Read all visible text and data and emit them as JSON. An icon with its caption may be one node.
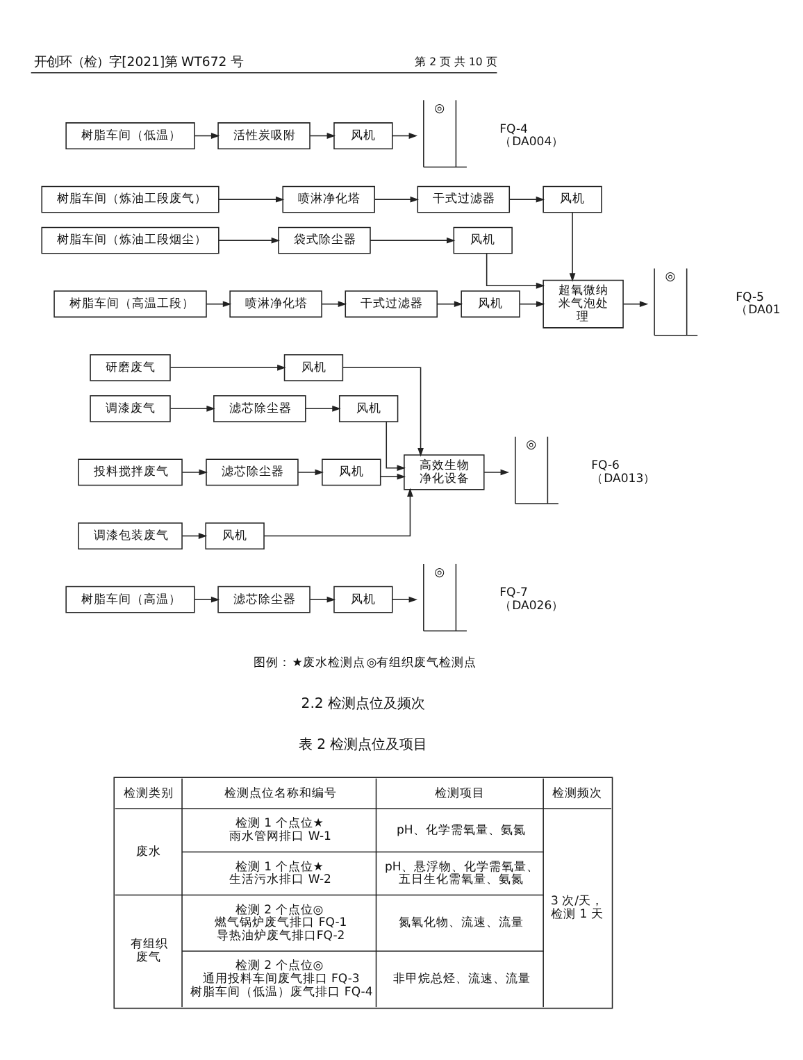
{
  "diagram": {
    "nodes": [
      {
        "text": [
          "树脂车间（低温）"
        ]
      },
      {
        "text": [
          "活性炭吸附"
        ]
      },
      {
        "text": [
          "风机"
        ]
      },
      {
        "text": [
          "◎"
        ],
        "beside": [
          "FQ-4",
          "（DA004）"
        ]
      },
      {
        "text": [
          "树脂车间（炼油工段废气）"
        ]
      },
      {
        "text": [
          "喷淋净化塔"
        ]
      },
      {
        "text": [
          "干式过滤器"
        ]
      },
      {
        "text": [
          "风机"
        ]
      },
      {
        "text": [
          "树脂车间（炼油工段烟尘）"
        ]
      },
      {
        "text": [
          "袋式除尘器"
        ]
      },
      {
        "text": [
          "风机"
        ]
      },
      {
        "text": [
          "树脂车间（高温工段）"
        ]
      },
      {
        "text": [
          "喷淋净化塔"
        ]
      },
      {
        "text": [
          "干式过滤器"
        ]
      },
      {
        "text": [
          "风机"
        ]
      },
      {
        "text": [
          "超氧微纳米气泡处理"
        ]
      },
      {
        "text": [
          "◎"
        ],
        "beside": [
          "FQ-5",
          "（DA01"
        ]
      },
      {
        "text": [
          "研磨废气"
        ]
      },
      {
        "text": [
          "风机"
        ]
      },
      {
        "text": [
          "调漆废气"
        ]
      },
      {
        "text": [
          "滤芯除尘器"
        ]
      },
      {
        "text": [
          "风机"
        ]
      },
      {
        "text": [
          "投料搅拌废气"
        ]
      },
      {
        "text": [
          "滤芯除尘器"
        ]
      },
      {
        "text": [
          "风机"
        ]
      },
      {
        "text": [
          "调漆包装废气"
        ]
      },
      {
        "text": [
          "风机"
        ]
      },
      {
        "text": [
          "高效生物净化设备"
        ]
      },
      {
        "text": [
          "◎"
        ],
        "beside": [
          "FQ-6",
          "（DA013）"
        ]
      },
      {
        "text": [
          "树脂车间（高温）"
        ]
      },
      {
        "text": [
          "滤芯除尘器"
        ]
      },
      {
        "text": [
          "风机"
        ]
      },
      {
        "text": [
          "◎"
        ],
        "beside": [
          "FQ-7",
          "（DA026）"
        ]
      }
    ],
    "edges": [
      {
        "from": 0,
        "to": 1,
        "arrow": "to"
      },
      {
        "from": 1,
        "to": 2,
        "arrow": "to"
      },
      {
        "from": 2,
        "to": 3,
        "arrow": "to"
      },
      {
        "from": 4,
        "to": 5,
        "arrow": "to"
      },
      {
        "from": 5,
        "to": 6,
        "arrow": "to"
      },
      {
        "from": 6,
        "to": 7,
        "arrow": "to"
      },
      {
        "from": 7,
        "to": 15,
        "arrow": "to"
      },
      {
        "from": 8,
        "to": 9,
        "arrow": "to"
      },
      {
        "from": 9,
        "to": 10,
        "arrow": "to"
      },
      {
        "from": 10,
        "to": 15,
        "arrow": "to"
      },
      {
        "from": 11,
        "to": 12,
        "arrow": "to"
      },
      {
        "from": 12,
        "to": 13,
        "arrow": "to"
      },
      {
        "from": 13,
        "to": 14,
        "arrow": "to"
      },
      {
        "from": 14,
        "to": 15,
        "arrow": "to"
      },
      {
        "from": 15,
        "to": 16,
        "arrow": "to"
      },
      {
        "from": 17,
        "to": 18,
        "arrow": "to"
      },
      {
        "from": 18,
        "to": 27,
        "arrow": "to"
      },
      {
        "from": 19,
        "to": 20,
        "arrow": "to"
      },
      {
        "from": 20,
        "to": 21,
        "arrow": "to"
      },
      {
        "from": 21,
        "to": 27,
        "arrow": "to"
      },
      {
        "from": 22,
        "to": 23,
        "arrow": "to"
      },
      {
        "from": 23,
        "to": 24,
        "arrow": "to"
      },
      {
        "from": 24,
        "to": 27,
        "arrow": "to"
      },
      {
        "from": 25,
        "to": 26,
        "arrow": "to"
      },
      {
        "from": 26,
        "to": 27,
        "arrow": "to"
      },
      {
        "from": 27,
        "to": 28,
        "arrow": "to"
      },
      {
        "from": 29,
        "to": 30,
        "arrow": "to"
      },
      {
        "from": 30,
        "to": 31,
        "arrow": "to"
      },
      {
        "from": 31,
        "to": 32,
        "arrow": "to"
      }
    ],
    "labels": [
      "开创环（检）字[2021]第 WT672 号",
      "第 2 页 共 10 页",
      "图例：",
      "2.2 检测点位及频次",
      "表 2 检测点位及项目",
      "检测类别",
      "检测点位名称和编号",
      "检测项目",
      "检测频次",
      "废水",
      "检测 1 个点位★",
      "雨水管网排口 W-1",
      "pH、化学需氧量、氨氮",
      "3 次/天，检测 1 天",
      "检测 1 个点位★",
      "生活污水排口 W-2",
      "pH、悬浮物、化学需氧量、五日生化需氧量、氨氮",
      "有组织废气",
      "检测 2 个点位◎",
      "燃气锅炉废气排口 FQ-1",
      "导热油炉废气排口FQ-2",
      "氮氧化物、流速、流量",
      "检测 2 个点位◎",
      "通用投料车间废气排口 FQ-3",
      "树脂车间（低温）废气排口 FQ-4",
      "非甲烷总烃、流速、流量"
    ],
    "legend": [
      {
        "text": "★废水检测点"
      },
      {
        "text": "◎有组织废气检测点"
      }
    ]
  }
}
